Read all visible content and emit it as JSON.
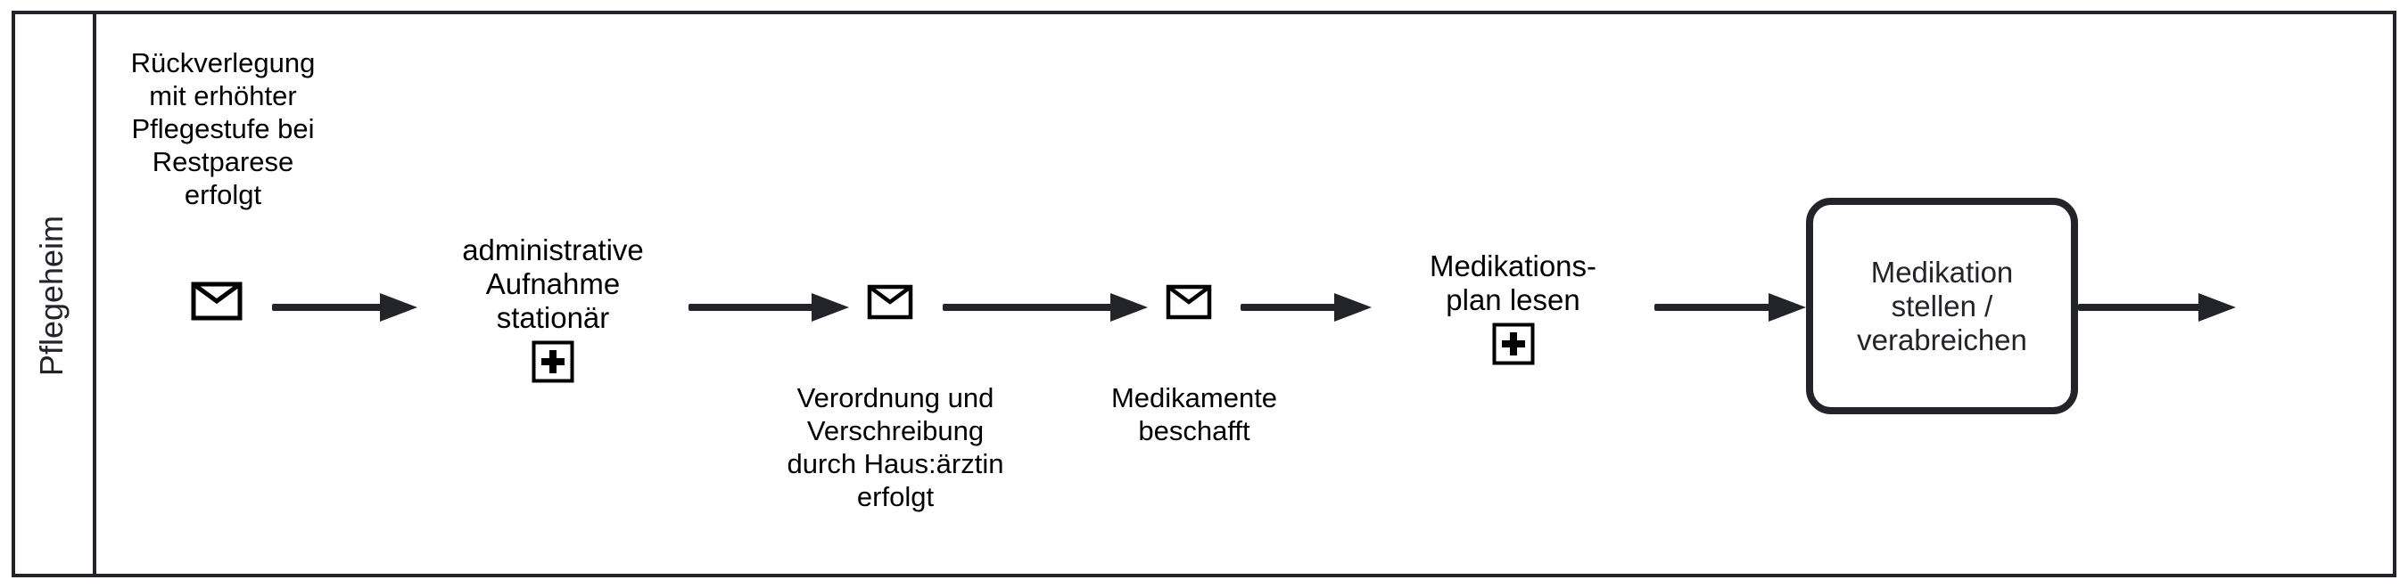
{
  "colors": {
    "black": "#22242A",
    "orange-stroke": "#6B3C00",
    "orange-fill": "#FFE0B2",
    "blue-stroke": "#164A70",
    "blue-fill": "#BBDEFB",
    "green-stroke": "#205022",
    "green-fill": "#C8E6C9",
    "red-stroke": "#831311",
    "red-fill": "#FFCDD2"
  },
  "pool": {
    "lane_label": "Pflegeheim"
  },
  "start_event": {
    "kind": "message start event",
    "icon": "envelope",
    "label": {
      "lines": [
        "Rückverlegung",
        "mit erhöhter",
        "Pflegestufe bei",
        "Restparese",
        "erfolgt"
      ]
    }
  },
  "task_admission": {
    "kind": "collapsed subprocess",
    "marker": "plus",
    "lines": [
      "administrative",
      "Aufnahme",
      "stationär"
    ]
  },
  "event_prescription": {
    "kind": "message intermediate catch event",
    "icon": "envelope",
    "label": {
      "lines": [
        "Verordnung und",
        "Verschreibung",
        "durch Haus:ärztin",
        "erfolgt"
      ]
    }
  },
  "event_medication": {
    "kind": "message intermediate catch event",
    "icon": "envelope",
    "label": {
      "lines": [
        "Medikamente",
        "beschafft"
      ]
    }
  },
  "task_read_plan": {
    "kind": "collapsed subprocess",
    "marker": "plus",
    "lines": [
      "Medikations-",
      "plan lesen"
    ]
  },
  "task_administer": {
    "kind": "task",
    "lines": [
      "Medikation",
      "stellen /",
      "verabreichen"
    ]
  },
  "end_event": {
    "kind": "end event"
  }
}
